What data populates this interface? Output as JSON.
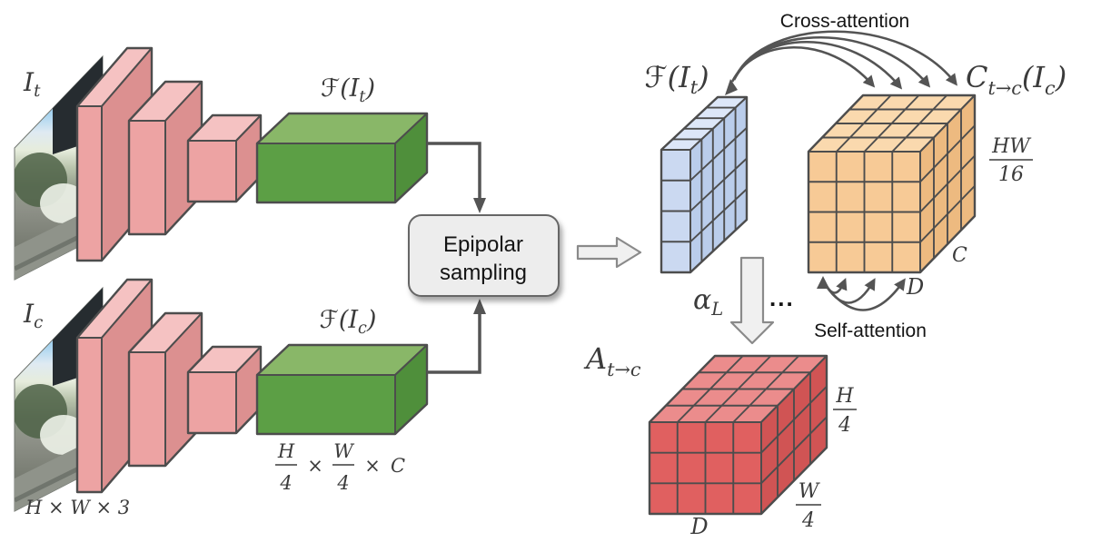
{
  "colors": {
    "pink_front": "#EDA3A3",
    "pink_top": "#F5C2C2",
    "pink_side": "#DC9090",
    "green_front": "#5C9F45",
    "green_top": "#89B768",
    "green_side": "#4F8F3B",
    "blue_front": "#CBD9F1",
    "blue_top": "#DDE7F8",
    "blue_side": "#BACDEB",
    "orange_front": "#F7CA96",
    "orange_top": "#FAD9AE",
    "orange_side": "#EDBA80",
    "red_front": "#E06060",
    "red_top": "#EB8C8C",
    "red_side": "#D05454",
    "line": "#545454",
    "box_fill": "#EDEDED",
    "box_border": "#666666",
    "hollow_fill": "#F0F0F0",
    "hollow_border": "#8A8A8A"
  },
  "encoder_top": {
    "input_label": {
      "base": "I",
      "sub": "t"
    },
    "feature_label": {
      "pre": "ℱ(I",
      "sub": "t",
      "post": ")"
    }
  },
  "encoder_bottom": {
    "input_label": {
      "base": "I",
      "sub": "c"
    },
    "feature_label": {
      "pre": "ℱ(I",
      "sub": "c",
      "post": ")"
    },
    "input_dims": "H × W × 3",
    "feature_dims": {
      "num1": "H",
      "den1": "4",
      "times1": "×",
      "num2": "W",
      "den2": "4",
      "times2": "×",
      "channels": "C"
    }
  },
  "epipolar_box": {
    "line1": "Epipolar",
    "line2": "sampling"
  },
  "attention": {
    "cross_label": "Cross-attention",
    "self_label": "Self-attention",
    "query_label": {
      "pre": "ℱ(I",
      "sub": "t",
      "post": ")"
    },
    "cost_volume_label": {
      "base": "C",
      "sub": "t→c",
      "open": "(I",
      "isub": "c",
      "close": ")"
    },
    "hw16": {
      "num": "HW",
      "den": "16"
    },
    "c_dim": "C",
    "d_dim": "D",
    "alpha": {
      "base": "α",
      "sub": "L"
    },
    "dots": "...",
    "output_label": {
      "base": "A",
      "sub": "t→c"
    },
    "h4": {
      "num": "H",
      "den": "4"
    },
    "w4": {
      "num": "W",
      "den": "4"
    },
    "d_dim2": "D"
  }
}
